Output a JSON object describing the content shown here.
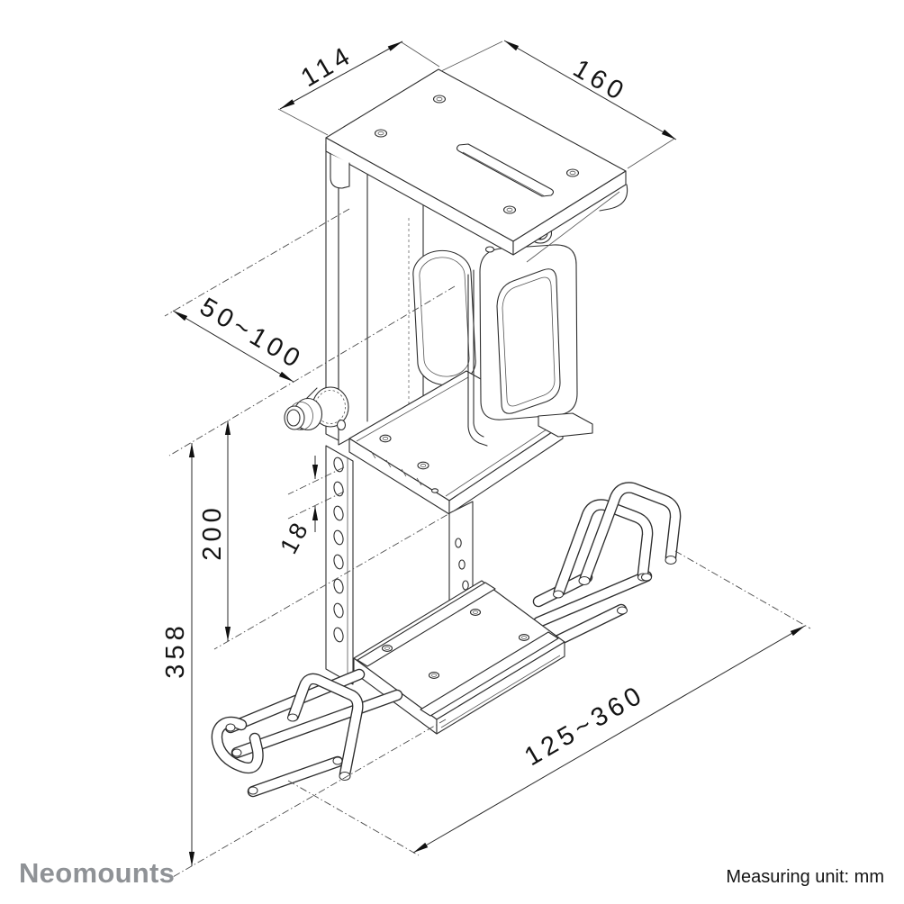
{
  "dimensions": {
    "top_depth": "114",
    "top_width": "160",
    "clamp_range": "50~100",
    "height_travel": "200",
    "hole_pitch": "18",
    "total_height": "358",
    "width_range": "125~360"
  },
  "footer": {
    "brand": "Neomounts",
    "unit_note": "Measuring unit: mm"
  },
  "colors": {
    "line": "#2e2e2e",
    "dimension_text": "#141414",
    "logo_gray": "#8f9296",
    "background": "#ffffff"
  }
}
